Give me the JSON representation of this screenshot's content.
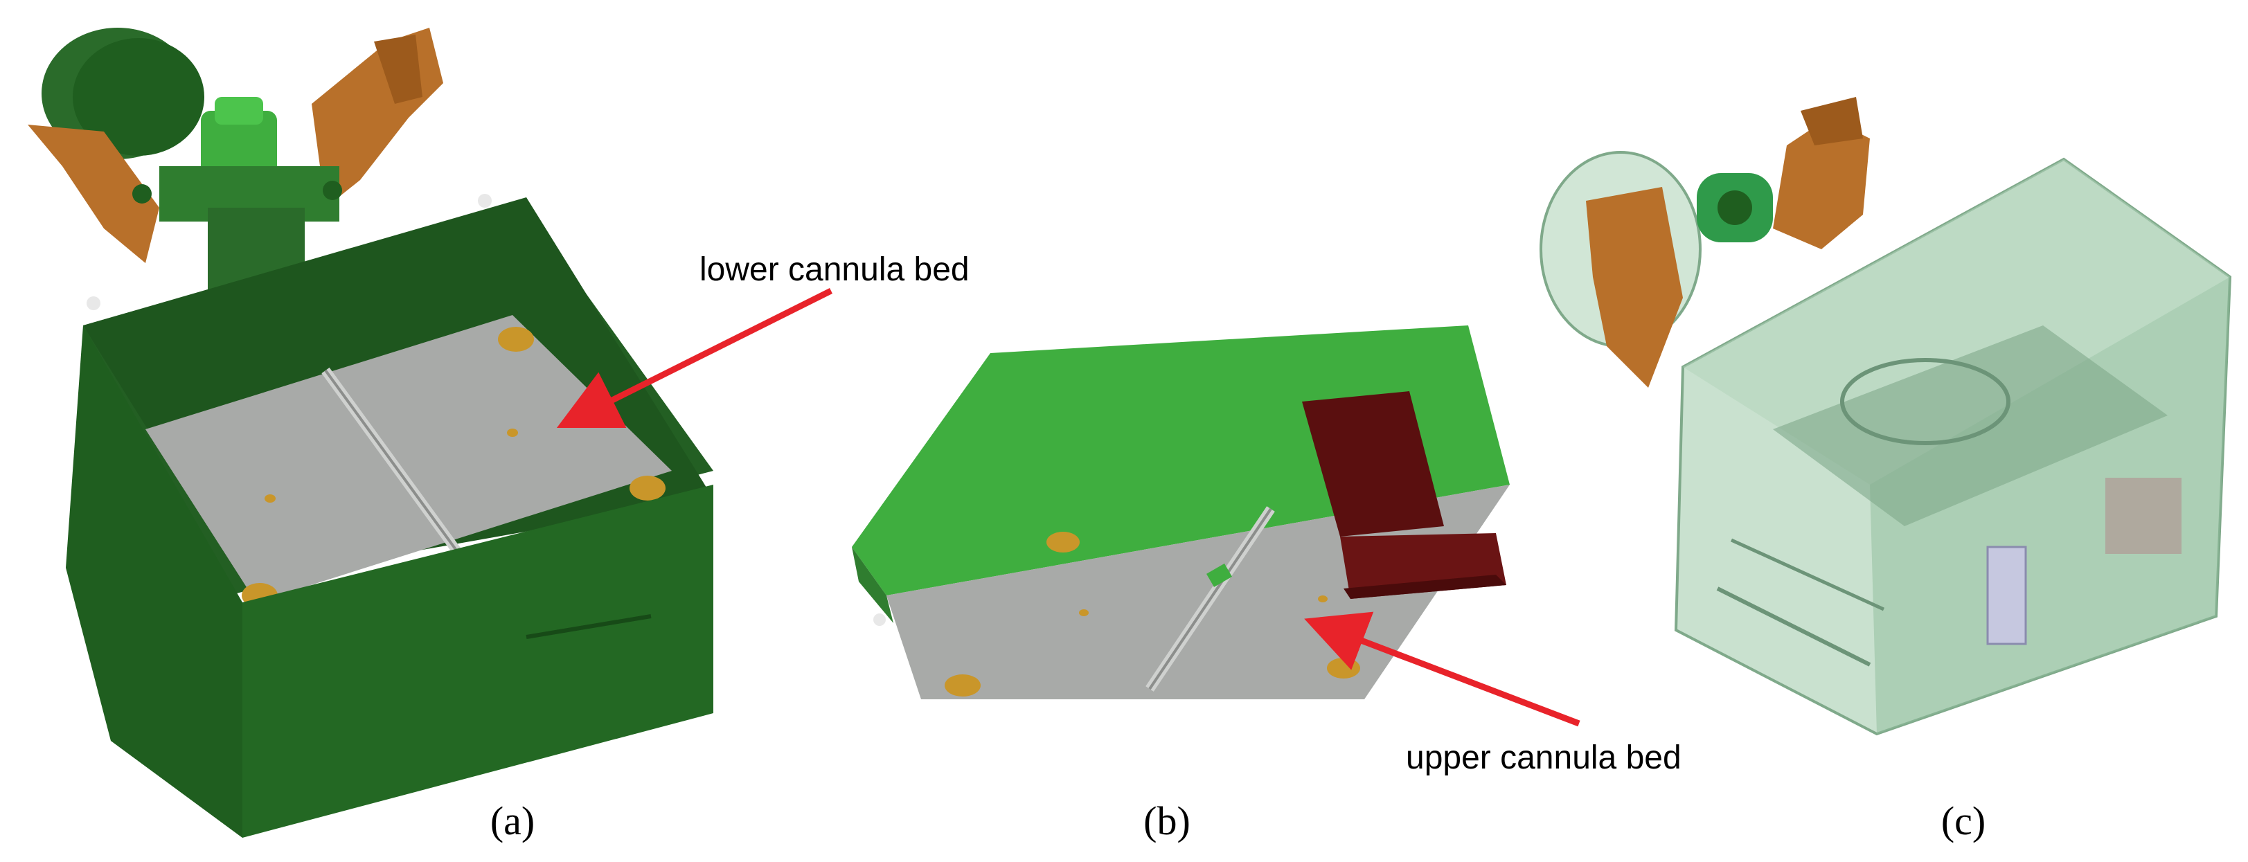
{
  "panels": [
    {
      "id": "a",
      "caption": "(a)",
      "annotation": "lower cannula bed"
    },
    {
      "id": "b",
      "caption": "(b)",
      "annotation": "upper cannula bed"
    },
    {
      "id": "c",
      "caption": "(c)",
      "annotation": ""
    }
  ],
  "colors": {
    "dark_green": "#1f5e1f",
    "mid_green": "#2f7d2f",
    "bright_green": "#3fae3f",
    "bed_gray": "#a8aaa8",
    "gold": "#c9962a",
    "copper": "#b8702a",
    "maroon": "#6a1414",
    "arrow_red": "#e8232a",
    "translucent_green": "#9cc8a8"
  }
}
